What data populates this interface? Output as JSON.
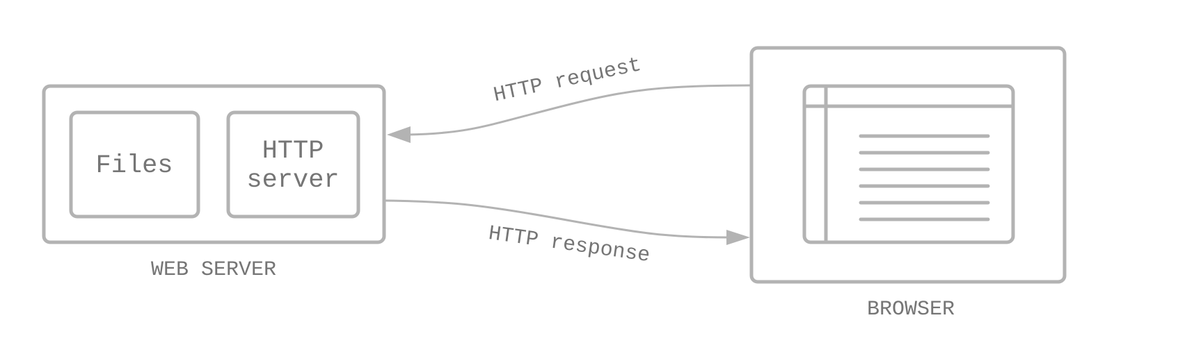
{
  "web_server": {
    "label": "WEB SERVER",
    "files_label": "Files",
    "http_server_line1": "HTTP",
    "http_server_line2": "server"
  },
  "browser": {
    "label": "BROWSER",
    "content_line_count": 6
  },
  "connections": {
    "request_label": "HTTP request",
    "response_label": "HTTP response"
  },
  "colors": {
    "stroke": "#b3b3b3",
    "text": "#757575",
    "background": "#ffffff"
  }
}
